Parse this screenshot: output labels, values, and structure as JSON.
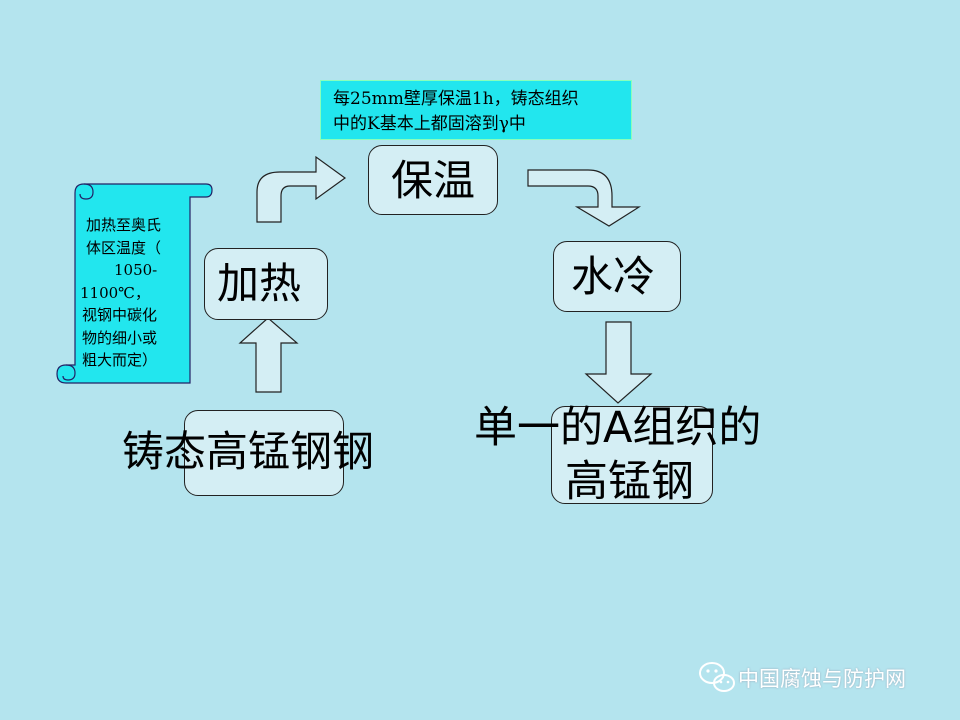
{
  "nodes": {
    "start": "铸态高锰钢钢",
    "heat": "加热",
    "hold": "保温",
    "quench": "水冷",
    "result_line1": "单一的A组织的",
    "result_line2": "高锰钢"
  },
  "notes": {
    "heating_lines": [
      "加热至奥氏",
      "体区温度（",
      "1050-",
      "1100℃，",
      "视钢中碳化",
      "物的细小或",
      "粗大而定）"
    ],
    "holding_line1": "每25mm壁厚保温1h，铸态组织",
    "holding_line2": "中的K基本上都固溶到γ中"
  },
  "watermark": "中国腐蚀与防护网",
  "colors": {
    "background": "#b4e4ee",
    "node_fill": "#d4eef4",
    "note_fill": "#22e6ee"
  }
}
